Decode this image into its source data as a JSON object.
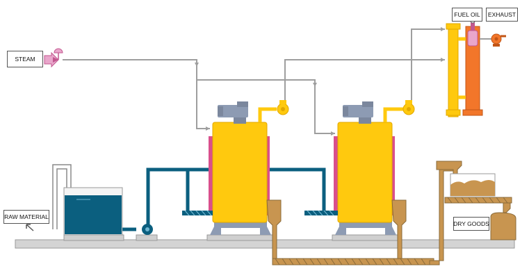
{
  "labels": {
    "steam": "STEAM",
    "raw_material": "RAW MATERIAL",
    "fuel_oil": "FUEL OIL",
    "exhaust": "EXHAUST",
    "dry_goods": "DRY GOODS"
  },
  "colors": {
    "yellow": "#ffc90e",
    "blue": "#0b5f7f",
    "orange": "#f2762a",
    "pink": "#d94f8c",
    "brown": "#c89550",
    "gray": "#8d9bb3",
    "pipe": "#aaaaaa"
  }
}
